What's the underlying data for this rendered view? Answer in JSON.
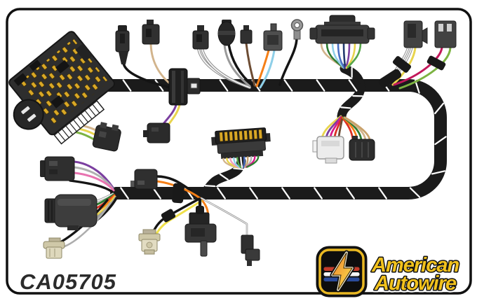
{
  "part_number": "CA05705",
  "brand": {
    "line1": "American",
    "line2": "Autowire"
  },
  "logo": {
    "badge_bg": "#0d0d0d",
    "badge_border": "#e9b822",
    "bolt_orange": "#f0802c",
    "bolt_yellow": "#f9e34d",
    "stripe_red": "#c23b2a",
    "stripe_white": "#f5f5f5",
    "stripe_blue": "#2a4b9b",
    "text_gold": "#f2c21d"
  },
  "colors": {
    "background": "#ffffff",
    "frame": "#111111",
    "loom": "#1b1b1b",
    "wrap_mark": "#ffffff",
    "connector_dark": "#2f2f2f",
    "connector_gray": "#4f4f4f",
    "fuse_pin_gold": "#d9a826",
    "bulb_socket_beige": "#ded8bc"
  },
  "wire_colors": {
    "fusebox_pigtail": [
      "#d2b48c",
      "#e8d44d",
      "#7cb342"
    ],
    "blade_wire": [
      "#141414"
    ],
    "two_pin_wire": [
      "#d2b48c"
    ],
    "grommet_drop": [
      "#7b3fa0",
      "#e8d44d"
    ],
    "round_sensor": [
      "#9a9a9a",
      "#141414"
    ],
    "single_pin": [
      "#6d4c33"
    ],
    "square_conn": [
      "#f57f17",
      "#8ecfe8"
    ],
    "ring_terminal": [
      "#141414"
    ],
    "bulkhead_fan": [
      "#d2b48c",
      "#2f7d32",
      "#8ecfe8",
      "#4a6fc4",
      "#243a6e",
      "#7b3fa0",
      "#e8d44d",
      "#57a64a"
    ],
    "white_conn_fan": [
      "#e8d44d",
      "#7b3fa0",
      "#d81b8a",
      "#d93025",
      "#6d4c33"
    ],
    "black_conn_fan": [
      "#d93025",
      "#f57f17",
      "#2f7d32",
      "#d2b48c",
      "#c9a26b"
    ],
    "topright_taped": [
      "#e8d44d",
      "#c2185b",
      "#7cb342"
    ],
    "dash_ribbon": [
      "#d2b48c",
      "#e8d44d",
      "#f2a0c0",
      "#8ecfe8",
      "#57a64a",
      "#f2f2f2",
      "#4a6fc4",
      "#c9a26b",
      "#b5b5b5",
      "#d81b8a",
      "#2f7d32"
    ],
    "three_wire_conn": [
      "#7b3fa0",
      "#b0b0b0",
      "#e873b0",
      "#141414"
    ],
    "round_multi_conn": [
      "#f5f5f5",
      "#2f7d32",
      "#d93025",
      "#f57f17",
      "#e8d44d",
      "#999999",
      "#141414"
    ],
    "front_bulb": [
      "#141414",
      "#adadad"
    ],
    "box_conn": [
      "#141414",
      "#f57f17"
    ],
    "center_bulb": [
      "#141414",
      "#f0e14a"
    ],
    "side_marker": [
      "#909090"
    ]
  },
  "components": [
    "fuse-block",
    "fuse-block-pigtail-connector",
    "blade-connector",
    "two-pin-connector",
    "firewall-grommet",
    "flag-connector",
    "white-wire-connector",
    "round-sensor-connector",
    "single-pin-connector",
    "square-two-wire-connector",
    "ring-terminal",
    "bulkhead-multi-pin-connector",
    "taped-two-wire-connector",
    "taped-magenta-green-connector",
    "dash-edge-connector",
    "white-five-wire-connector",
    "black-five-wire-connector",
    "three-wire-connector",
    "multi-wire-round-connector",
    "front-bulb-socket",
    "box-connector",
    "center-bulb-socket",
    "stacked-connector",
    "side-marker-connector"
  ]
}
